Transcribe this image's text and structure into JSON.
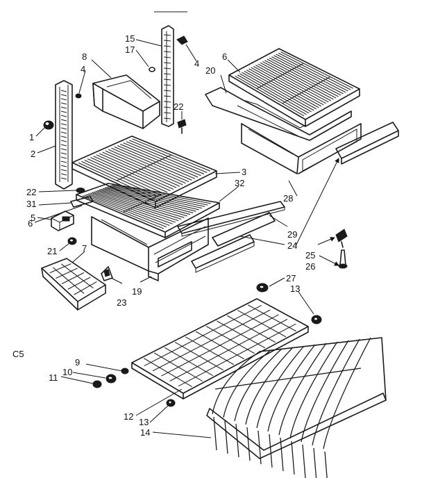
{
  "corner_code": "C5",
  "labels": {
    "l1": "1",
    "l2": "2",
    "l3": "3",
    "l4a": "4",
    "l4b": "4",
    "l5": "5",
    "l6a": "6",
    "l6b": "6",
    "l7": "7",
    "l8": "8",
    "l9": "9",
    "l10": "10",
    "l11": "11",
    "l12": "12",
    "l13a": "13",
    "l13b": "13",
    "l14": "14",
    "l15": "15",
    "l17": "17",
    "l19": "19",
    "l20": "20",
    "l21": "21",
    "l22a": "22",
    "l22b": "22",
    "l23": "23",
    "l24": "24",
    "l25": "25",
    "l26": "26",
    "l27": "27",
    "l28": "28",
    "l29": "29",
    "l31": "31",
    "l32": "32"
  }
}
